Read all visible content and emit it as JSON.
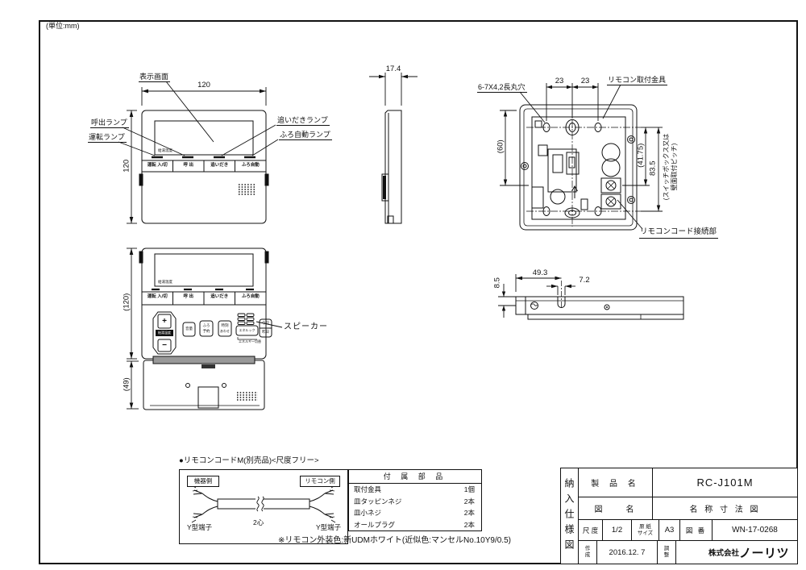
{
  "page": {
    "units_note": "(単位:mm)",
    "color_note": "※リモコン外装色:新UDMホワイト(近似色:マンセルNo.10Y9/0.5)"
  },
  "front_view": {
    "display_label": "表示画面",
    "call_lamp_label": "呼出ランプ",
    "operation_lamp_label": "運転ランプ",
    "reheat_lamp_label": "追いだきランプ",
    "bath_auto_lamp_label": "ふろ自動ランプ",
    "display_text": "給湯温度",
    "buttons": [
      "運転 入/切",
      "呼 出",
      "追いだき",
      "ふろ自動"
    ],
    "dim_width": "120",
    "dim_height": "120"
  },
  "side_view": {
    "dim_depth": "17.4"
  },
  "back_view": {
    "holes_label": "6-7X4,2長丸穴",
    "bracket_label": "リモコン取付金具",
    "cord_connection_label": "リモコンコード接続部",
    "pitch_note_line1": "(スイッチボックス又は",
    "pitch_note_line2": "壁面取付ピッチ)",
    "dim_23_left": "23",
    "dim_23_right": "23",
    "dim_60": "(60)",
    "dim_4175": "(41.75)",
    "dim_835": "83.5"
  },
  "open_view": {
    "display_text": "給湯温度",
    "buttons": [
      "運転 入/切",
      "呼 出",
      "追いだき",
      "ふろ自動"
    ],
    "plus": "+",
    "minus": "−",
    "temp_tag": "給湯温度",
    "small_buttons": {
      "volume": "音量",
      "bath_reserve1": "ふろ",
      "bath_reserve2": "予約",
      "clock1": "時刻",
      "clock2": "あわせ",
      "enelook": "エネルック",
      "today": "今日",
      "yesterday": "昨日",
      "energy_note": "エネルギー切替"
    },
    "speaker_label": "スピーカー",
    "dim_height": "(120)",
    "dim_cover": "(49)"
  },
  "bottom_view": {
    "dim_thickness": "8.5",
    "dim_width": "49.3",
    "dim_notch": "7.2"
  },
  "cord_section": {
    "title": "●リモコンコードM(別売品)<尺度フリー>",
    "device_side": "機器側",
    "remote_side": "リモコン側",
    "terminal_left": "Y型端子",
    "terminal_right": "Y型端子",
    "core": "2心"
  },
  "parts_table": {
    "header": "付 属 部 品",
    "rows": [
      {
        "name": "取付金具",
        "qty": "1個"
      },
      {
        "name": "皿タッピンネジ",
        "qty": "2本"
      },
      {
        "name": "皿小ネジ",
        "qty": "2本"
      },
      {
        "name": "オールプラグ",
        "qty": "2本"
      }
    ]
  },
  "title_block": {
    "doc_type": "納入仕様図",
    "product_label": "製 品 名",
    "product_name": "RC-J101M",
    "drawing_label": "図　　名",
    "drawing_name": "名 称 寸 法 図",
    "scale_label": "尺 度",
    "scale_value": "1/2",
    "paper_label1": "原 紙",
    "paper_label2": "サイズ",
    "paper_value": "A3",
    "number_label": "図 番",
    "number_value": "WN-17-0268",
    "created_label1": "作",
    "created_label2": "成",
    "created_value": "2016.12. 7",
    "adjust_label1": "調",
    "adjust_label2": "整",
    "company_prefix": "株式会社",
    "company_name": "ノーリツ"
  }
}
